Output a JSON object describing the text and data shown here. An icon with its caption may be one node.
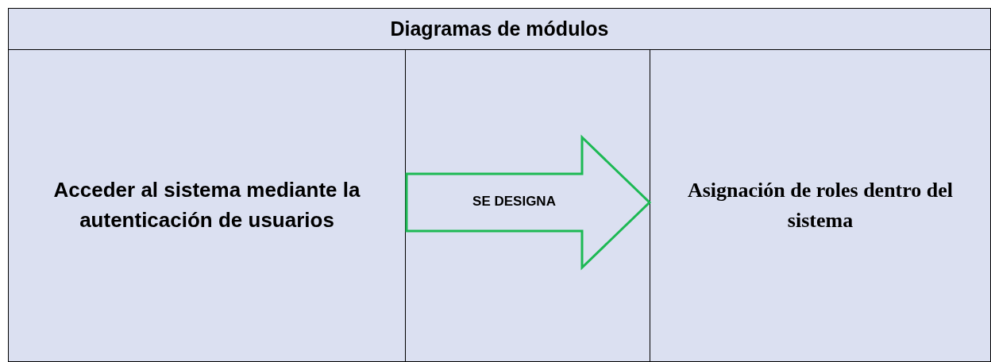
{
  "diagram": {
    "title": "Diagramas de módulos",
    "nodes": [
      {
        "text": [
          "Acceder al sistema mediante la autenticación de usuarios"
        ]
      },
      {
        "text": [],
        "shape": "box"
      },
      {
        "text": [
          "Asignación de roles dentro del sistema"
        ]
      }
    ],
    "edges": [
      {
        "from": 0,
        "to": 2,
        "arrow": "to",
        "label": "SE DESIGNA",
        "color": "#1db954"
      }
    ]
  }
}
